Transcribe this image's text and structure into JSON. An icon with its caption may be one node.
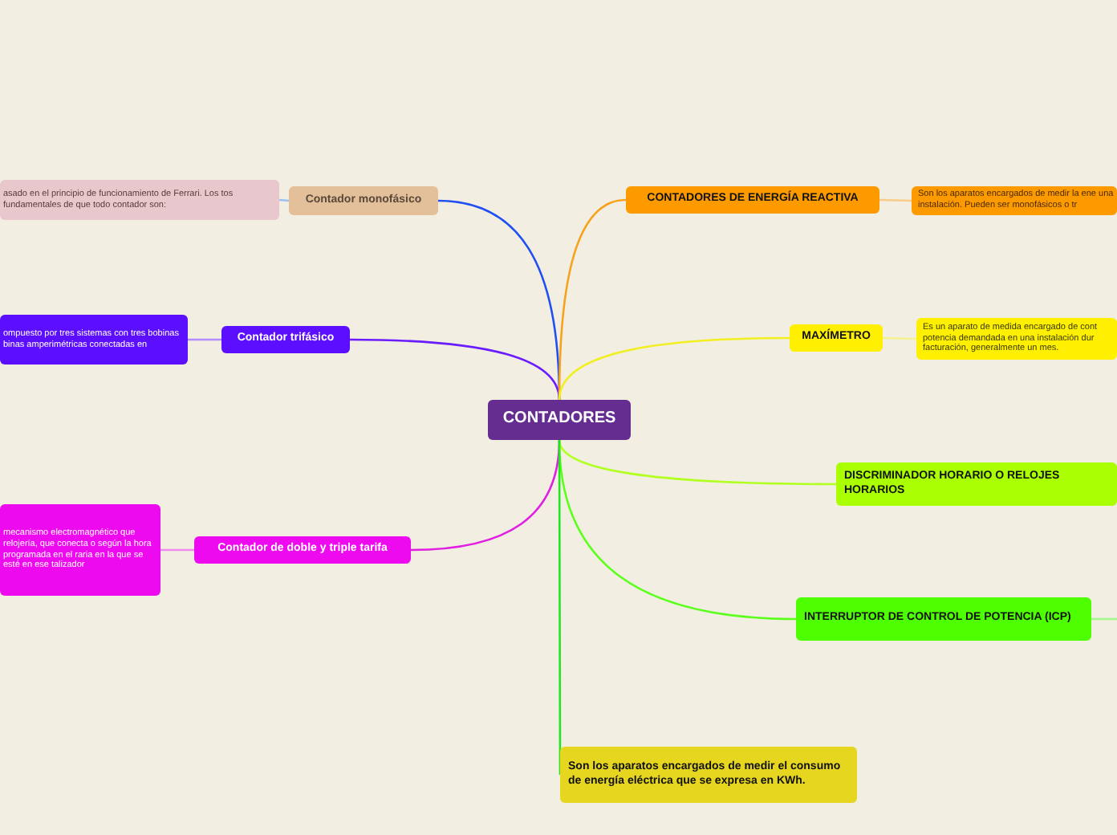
{
  "diagram": {
    "nodes": [
      {
        "text": [
          "CONTADORES"
        ]
      },
      {
        "text": [
          "Contador monofásico"
        ]
      },
      {
        "text": [
          "asado en el principio de funcionamiento de Ferrari. Los tos fundamentales de que todo contador son:"
        ]
      },
      {
        "text": [
          "Contador trifásico"
        ]
      },
      {
        "text": [
          "ompuesto por tres sistemas con tres bobinas binas amperimétricas conectadas en"
        ]
      },
      {
        "text": [
          "Contador de doble y triple tarifa"
        ]
      },
      {
        "text": [
          "mecanismo electromagnético que relojería, que conecta o según la hora programada en el raria en la que se esté en ese talizador"
        ]
      },
      {
        "text": [
          "CONTADORES DE ENERGÍA REACTIVA"
        ]
      },
      {
        "text": [
          "Son los aparatos encargados de medir la ene una instalación. Pueden ser monofásicos o tr"
        ]
      },
      {
        "text": [
          "MAXÍMETRO"
        ]
      },
      {
        "text": [
          "Es un aparato de medida encargado de cont potencia demandada en una instalación dur facturación, generalmente un mes."
        ]
      },
      {
        "text": [
          "DISCRIMINADOR HORARIO O RELOJES HORARIOS"
        ]
      },
      {
        "text": [
          "INTERRUPTOR DE CONTROL DE POTENCIA (ICP)"
        ]
      },
      {
        "text": [
          "Son los aparatos encargados de medir el consumo de energía eléctrica que se expresa en KWh."
        ]
      }
    ],
    "edges": [
      {
        "from": 0,
        "to": 1,
        "arrow": "none",
        "color": "#1f4ff2"
      },
      {
        "from": 1,
        "to": 2,
        "arrow": "none",
        "color": "#9cc0f5"
      },
      {
        "from": 0,
        "to": 3,
        "arrow": "none",
        "color": "#6a1cff"
      },
      {
        "from": 3,
        "to": 4,
        "arrow": "none",
        "color": "#b48cff"
      },
      {
        "from": 0,
        "to": 5,
        "arrow": "none",
        "color": "#e21ee2"
      },
      {
        "from": 5,
        "to": 6,
        "arrow": "none",
        "color": "#f08cf0"
      },
      {
        "from": 0,
        "to": 7,
        "arrow": "none",
        "color": "#f7a21e"
      },
      {
        "from": 7,
        "to": 8,
        "arrow": "none",
        "color": "#f8cc88"
      },
      {
        "from": 0,
        "to": 9,
        "arrow": "none",
        "color": "#f2ee22"
      },
      {
        "from": 9,
        "to": 10,
        "arrow": "none",
        "color": "#f6f290"
      },
      {
        "from": 0,
        "to": 11,
        "arrow": "none",
        "color": "#b2ff22"
      },
      {
        "from": 0,
        "to": 12,
        "arrow": "none",
        "color": "#5cff1c"
      },
      {
        "from": 12,
        "to": null,
        "arrow": "none",
        "color": "#a8f890"
      },
      {
        "from": 0,
        "to": 13,
        "arrow": "none",
        "color": "#22e622"
      }
    ]
  }
}
